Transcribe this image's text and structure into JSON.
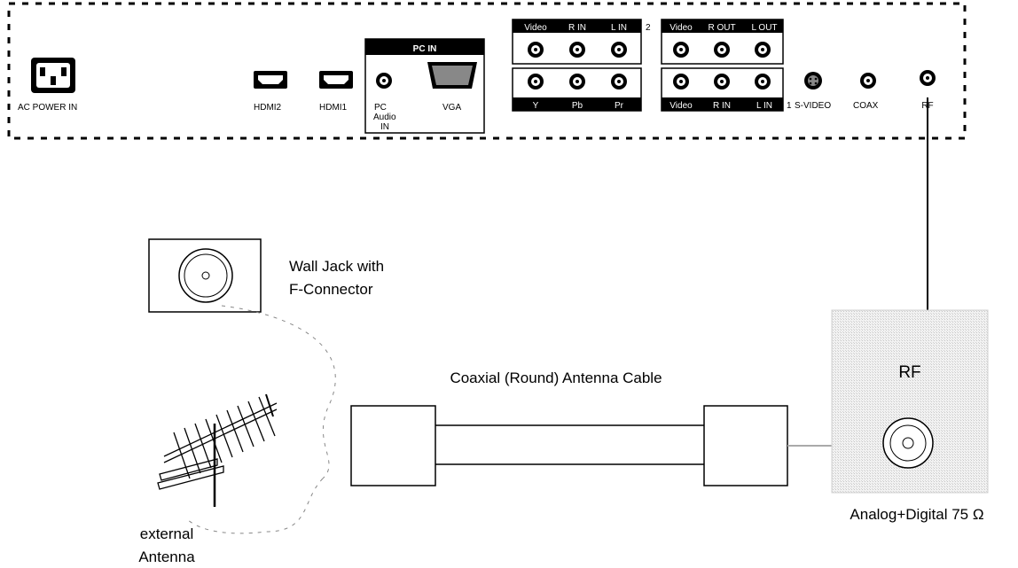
{
  "panel": {
    "ac_power_label": "AC POWER IN",
    "hdmi2_label": "HDMI2",
    "hdmi1_label": "HDMI1",
    "pc_in": {
      "header": "PC IN",
      "audio_label_line1": "PC",
      "audio_label_line2": "Audio",
      "audio_label_line3": "IN",
      "vga_label": "VGA"
    },
    "av_in_2": {
      "labels": [
        "Video",
        "R IN",
        "L IN"
      ],
      "number": "2"
    },
    "component": {
      "labels": [
        "Y",
        "Pb",
        "Pr"
      ]
    },
    "av_out": {
      "labels": [
        "Video",
        "R OUT",
        "L OUT"
      ]
    },
    "av_in_1": {
      "labels": [
        "Video",
        "R IN",
        "L IN"
      ],
      "number": "1"
    },
    "svideo_label": "S-VIDEO",
    "coax_label": "COAX",
    "rf_label": "RF"
  },
  "wall_jack": {
    "label_line1": "Wall Jack with",
    "label_line2": "F-Connector"
  },
  "cable": {
    "label": "Coaxial (Round) Antenna Cable"
  },
  "antenna": {
    "label_line1": "external",
    "label_line2": "Antenna"
  },
  "rf_detail": {
    "title": "RF",
    "spec": "Analog+Digital 75 Ω"
  }
}
